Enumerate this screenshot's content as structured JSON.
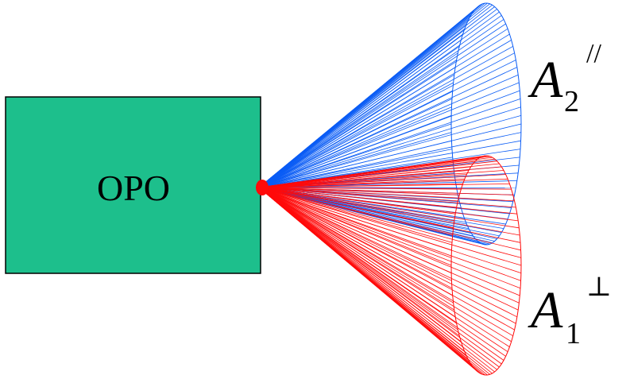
{
  "diagram": {
    "source_box": {
      "label": "OPO",
      "fill": "#1dbf8c",
      "stroke": "#000000"
    },
    "beams": [
      {
        "id": "blue-beam",
        "color": "#0a5cf5",
        "symbol": "A",
        "subscript": "2",
        "superscript": "//"
      },
      {
        "id": "red-beam",
        "color": "#ff0a0a",
        "symbol": "A",
        "subscript": "1",
        "superscript": "⊥"
      }
    ]
  }
}
